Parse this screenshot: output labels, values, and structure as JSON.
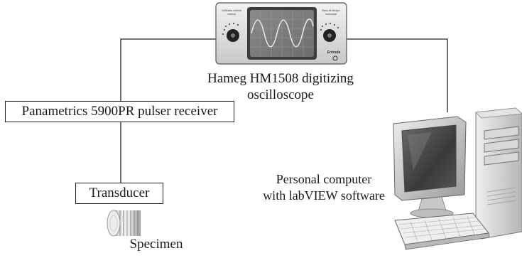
{
  "labels": {
    "oscilloscope": [
      "Hameg HM1508 digitizing",
      "oscilloscope"
    ],
    "pulser": "Panametrics 5900PR pulser receiver",
    "transducer": "Transducer",
    "specimen": "Specimen",
    "computer": [
      "Personal computer",
      "with labVIEW software"
    ]
  },
  "oscilloscope_panel": {
    "left_caption": [
      "Deflexión vertical",
      "vertical"
    ],
    "right_caption": [
      "Base de tiempo",
      "horizontal"
    ],
    "bottom_right": "Entrada"
  }
}
